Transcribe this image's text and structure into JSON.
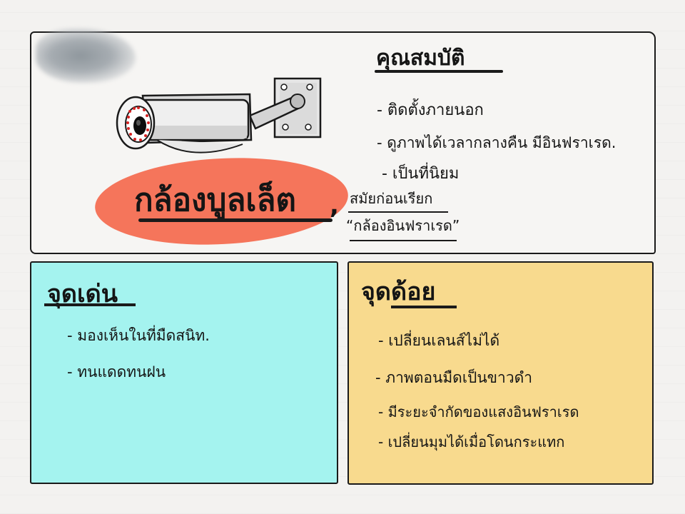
{
  "title": "กล้องบูลเล็ต",
  "old_name": {
    "label": "สมัยก่อนเรียก",
    "value": "“กล้องอินฟราเรด”"
  },
  "features": {
    "title": "คุณสมบัติ",
    "items": [
      "- ติดตั้งภายนอก",
      "- ดูภาพได้เวลากลางคืน มีอินฟราเรด.",
      "- เป็นที่นิยม"
    ]
  },
  "pros": {
    "title": "จุดเด่น",
    "items": [
      "- มองเห็นในที่มืดสนิท.",
      "- ทนแดดทนฝน"
    ]
  },
  "cons": {
    "title": "จุดด้อย",
    "items": [
      "- เปลี่ยนเลนส์ไม่ได้",
      "- ภาพตอนมืดเป็นขาวดำ",
      "- มีระยะจำกัดของแสงอินฟราเรด",
      "- เปลี่ยนมุมได้เมื่อโดนกระแทก"
    ]
  },
  "colors": {
    "pros_bg": "#a4f3ef",
    "cons_bg": "#f8da8e",
    "title_blob": "#f5755b",
    "camera_ir_dots": "#d62222"
  },
  "icons": {
    "camera": "bullet-camera-icon"
  }
}
